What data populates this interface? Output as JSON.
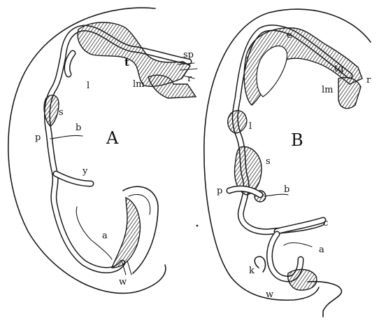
{
  "figure_a": {
    "letter": "A",
    "labels": {
      "sp": "sp",
      "t": "t",
      "lm": "lm",
      "r": "r",
      "l": "l",
      "s": "s",
      "p": "p",
      "b": "b",
      "y": "y",
      "a": "a",
      "w": "w"
    }
  },
  "figure_b": {
    "letter": "B",
    "labels": {
      "e": "e",
      "tg": "tg",
      "lm": "lm",
      "r": "r",
      "l": "l",
      "s": "s",
      "p": "p",
      "b": "b",
      "c": "c",
      "a": "a",
      "k": "k",
      "w": "w"
    }
  },
  "colors": {
    "ink": "#1a1a1a",
    "paper": "#ffffff"
  }
}
